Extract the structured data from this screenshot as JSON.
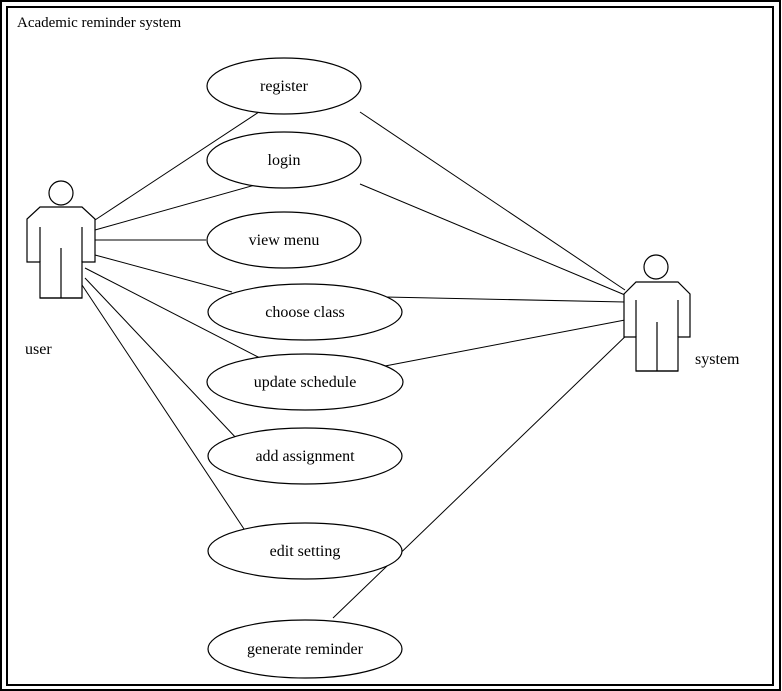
{
  "diagram": {
    "system_title": "Academic reminder system",
    "actors": {
      "user": "user",
      "system": "system"
    },
    "use_cases": [
      "register",
      "login",
      "view menu",
      "choose class",
      "update schedule",
      "add assignment",
      "edit setting",
      "generate reminder"
    ],
    "associations": {
      "user": [
        "register",
        "login",
        "view menu",
        "choose class",
        "update schedule",
        "add assignment",
        "edit setting"
      ],
      "system": [
        "register",
        "login",
        "choose class",
        "update schedule",
        "generate reminder"
      ]
    }
  }
}
